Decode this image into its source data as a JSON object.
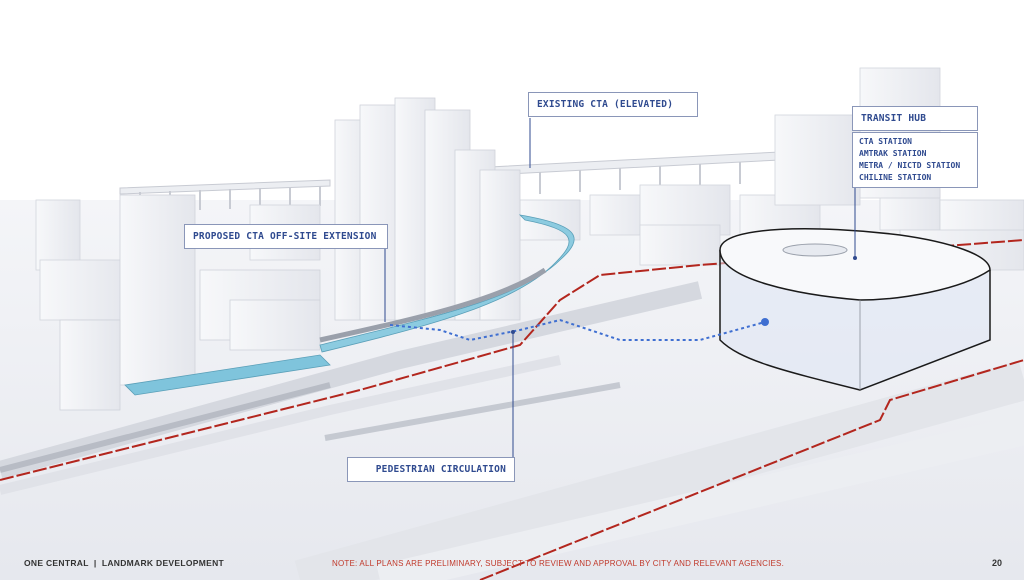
{
  "callouts": {
    "existing_cta": "EXISTING CTA (ELEVATED)",
    "proposed_extension": "PROPOSED CTA OFF-SITE EXTENSION",
    "pedestrian": "PEDESTRIAN CIRCULATION",
    "transit_hub": {
      "title": "TRANSIT HUB",
      "items": [
        "CTA STATION",
        "AMTRAK STATION",
        "METRA / NICTD STATION",
        "CHILINE STATION"
      ]
    }
  },
  "footer": {
    "project": "ONE CENTRAL  |  LANDMARK DEVELOPMENT",
    "note": "NOTE: ALL PLANS ARE PRELIMINARY, SUBJECT TO REVIEW AND APPROVAL BY CITY AND RELEVANT AGENCIES.",
    "page": "20"
  },
  "colors": {
    "label_text": "#2f4a8f",
    "label_border": "#8a96b8",
    "rail_red": "#b3261e",
    "cta_blue": "#7fc4dc",
    "path_blue": "#3f6fd1",
    "building": "#f1f2f5",
    "note_red": "#c0392b"
  }
}
